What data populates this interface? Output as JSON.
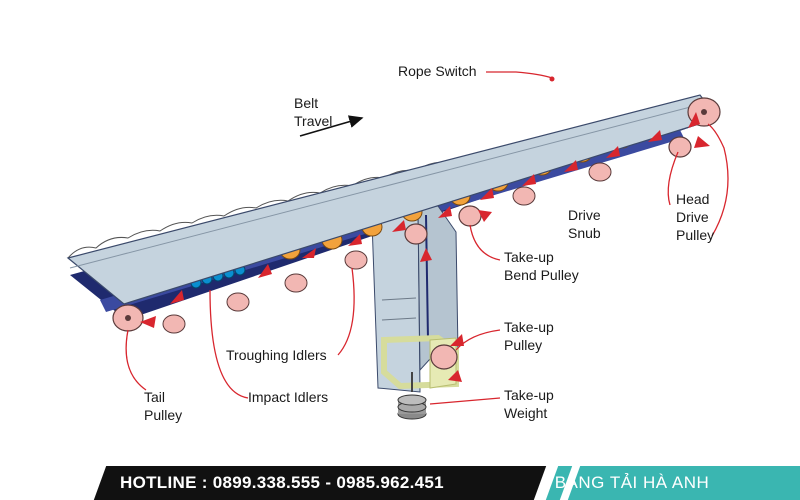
{
  "colors": {
    "belt": "#c5d3de",
    "belt_edge": "#3b4a6b",
    "frame": "#1f2a6e",
    "pulley": "#f2b7b3",
    "idler": "#f2a23c",
    "arrow": "#d8262e",
    "impact_idler": "#0a8fd0",
    "takeup_frame": "#d6dc9c",
    "footer_dark": "#111111",
    "footer_accent": "#3ab6b1"
  },
  "labels": {
    "belt_travel": [
      "Belt",
      "Travel"
    ],
    "rope_switch": [
      "Rope Switch"
    ],
    "head_drive_pulley": [
      "Head",
      "Drive",
      "Pulley"
    ],
    "drive_snub": [
      "Drive",
      "Snub"
    ],
    "takeup_bend_pulley": [
      "Take-up",
      "Bend Pulley"
    ],
    "takeup_pulley": [
      "Take-up",
      "Pulley"
    ],
    "takeup_weight": [
      "Take-up",
      "Weight"
    ],
    "troughing_idlers": [
      "Troughing Idlers"
    ],
    "impact_idlers": [
      "Impact Idlers"
    ],
    "tail_pulley": [
      "Tail",
      "Pulley"
    ]
  },
  "footer": {
    "hotline": "HOTLINE : 0899.338.555 - 0985.962.451",
    "brand": "BĂNG TẢI HÀ ANH"
  }
}
